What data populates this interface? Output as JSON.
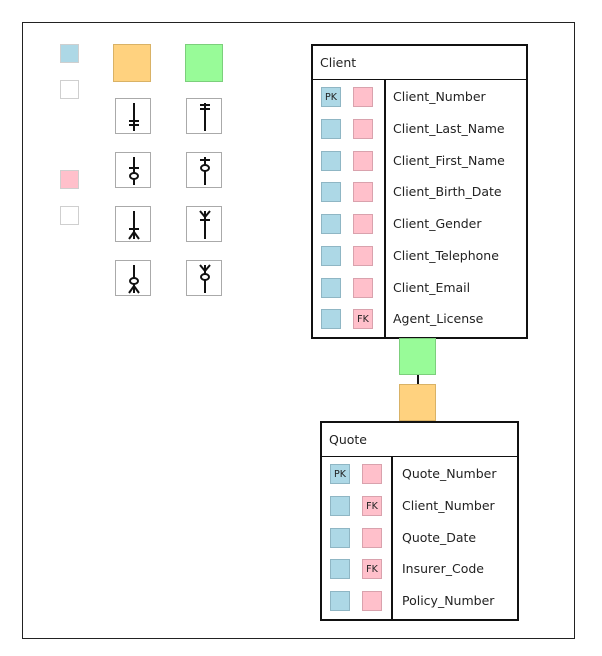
{
  "legend": {
    "swatches": [
      {
        "name": "pk-legend-swatch",
        "color": "#add8e6"
      },
      {
        "name": "pk-empty-legend-swatch",
        "color": "#ffffff"
      },
      {
        "name": "fk-legend-swatch",
        "color": "#ffc0cb"
      },
      {
        "name": "fk-empty-legend-swatch",
        "color": "#ffffff"
      }
    ],
    "palette": [
      {
        "name": "orange-color-swatch",
        "color": "#ffd27f"
      },
      {
        "name": "green-color-swatch",
        "color": "#98fb98"
      }
    ],
    "notation_icons": [
      "one-mandatory-icon",
      "one-mandatory-icon",
      "zero-or-one-icon",
      "zero-or-one-icon",
      "one-or-many-icon",
      "one-or-many-icon",
      "zero-or-many-icon",
      "zero-or-many-icon"
    ]
  },
  "entities": {
    "client": {
      "title": "Client",
      "header_color": "#98fb98",
      "fields": [
        {
          "pk": "PK",
          "fk": "",
          "name": "Client_Number"
        },
        {
          "pk": "",
          "fk": "",
          "name": "Client_Last_Name"
        },
        {
          "pk": "",
          "fk": "",
          "name": "Client_First_Name"
        },
        {
          "pk": "",
          "fk": "",
          "name": "Client_Birth_Date"
        },
        {
          "pk": "",
          "fk": "",
          "name": "Client_Gender"
        },
        {
          "pk": "",
          "fk": "",
          "name": "Client_Telephone"
        },
        {
          "pk": "",
          "fk": "",
          "name": "Client_Email"
        },
        {
          "pk": "",
          "fk": "FK",
          "name": "Agent_License"
        }
      ]
    },
    "quote": {
      "title": "Quote",
      "header_color": "#ffd27f",
      "fields": [
        {
          "pk": "PK",
          "fk": "",
          "name": "Quote_Number"
        },
        {
          "pk": "",
          "fk": "FK",
          "name": "Client_Number"
        },
        {
          "pk": "",
          "fk": "",
          "name": "Quote_Date"
        },
        {
          "pk": "",
          "fk": "FK",
          "name": "Insurer_Code"
        },
        {
          "pk": "",
          "fk": "",
          "name": "Policy_Number"
        }
      ]
    }
  },
  "relationship": {
    "from": "Client",
    "to": "Quote",
    "from_color": "#98fb98",
    "to_color": "#ffd27f"
  }
}
